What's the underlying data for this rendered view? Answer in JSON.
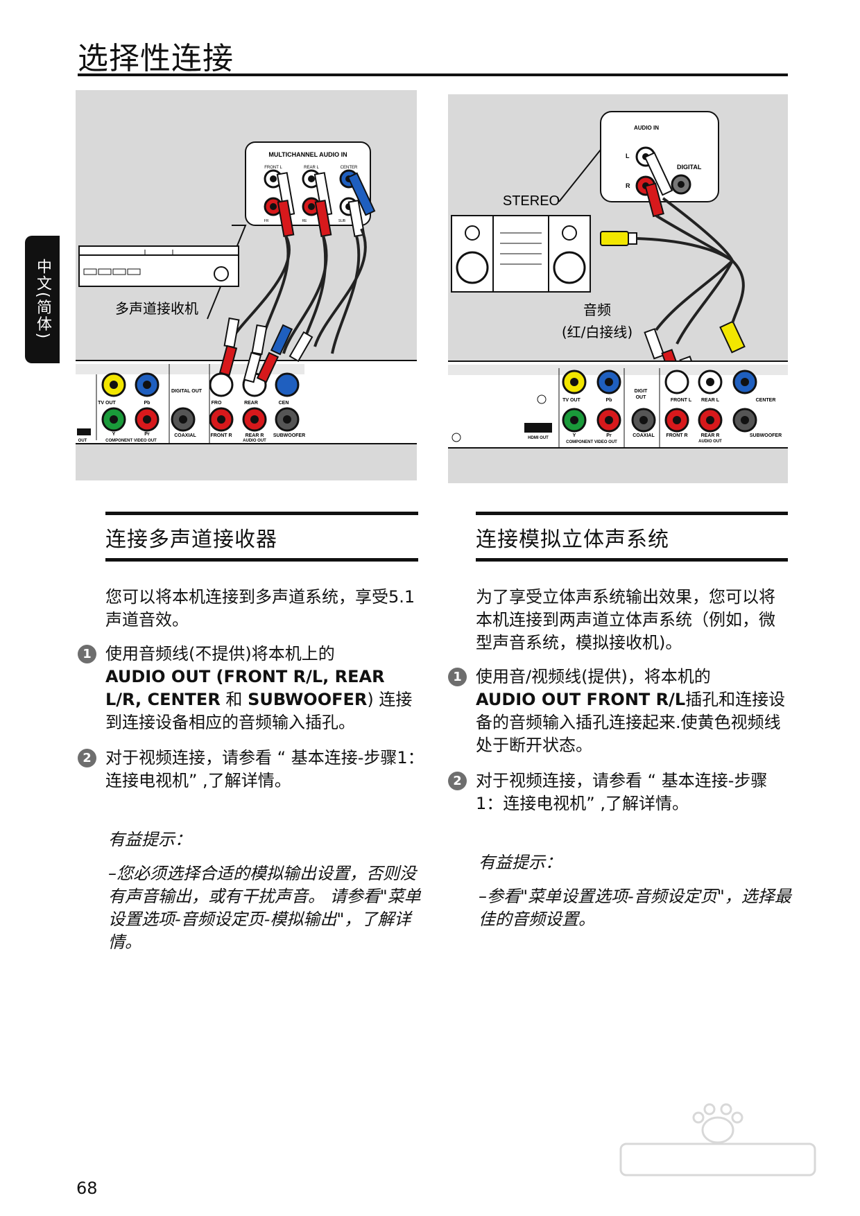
{
  "page": {
    "title": "选择性连接",
    "side_tab": "中文(简体)",
    "page_number": "68"
  },
  "left_figure": {
    "receiver_label": "多声道接收机",
    "panel_header": "MULTICHANNEL AUDIO IN",
    "jack_labels": [
      "FRONT L",
      "REAR L",
      "CENTER",
      "FR",
      "RE",
      "SUB"
    ],
    "rear_labels": {
      "tv_out": "TV OUT",
      "pb": "Pb",
      "y": "Y",
      "pr": "Pr",
      "component": "COMPONENT VIDEO OUT",
      "digital_out": "DIGITAL OUT",
      "coaxial": "COAXIAL",
      "front_r": "FRONT R",
      "rear_r": "REAR R",
      "subwoofer": "SUBWOOFER",
      "audio_out": "AUDIO OUT",
      "out": "OUT",
      "fro": "FRO",
      "rear": "REAR",
      "cen": "CEN"
    }
  },
  "right_figure": {
    "stereo_label": "STEREO",
    "audio_in": "AUDIO IN",
    "l": "L",
    "r": "R",
    "digital": "DIGITAL",
    "cable_label_line1": "音频",
    "cable_label_line2": "(红/白接线)",
    "rear_labels": {
      "tv_out": "TV OUT",
      "pb": "Pb",
      "y": "Y",
      "pr": "Pr",
      "component": "COMPONENT VIDEO OUT",
      "hdmi_out": "HDMI OUT",
      "digit": "DIGIT",
      "out": "OUT",
      "coaxial": "COAXIAL",
      "front_l": "FRONT L",
      "front_r": "FRONT R",
      "rear_l": "REAR L",
      "rear_r": "REAR R",
      "center": "CENTER",
      "subwoofer": "SUBWOOFER",
      "audio_out": "AUDIO OUT"
    }
  },
  "left_section": {
    "heading": "连接多声道接收器",
    "intro": "您可以将本机连接到多声道系统，享受5.1 声道音效。",
    "step1_num": "1",
    "step1_a": "使用音频线(不提供)将本机上的",
    "step1_bold1": "AUDIO OUT (FRONT R/L, REAR L/R, CENTER",
    "step1_mid": " 和 ",
    "step1_bold2": "SUBWOOFER",
    "step1_b": ") 连接到连接设备相应的音频输入插孔。",
    "step2_num": "2",
    "step2": "对于视频连接，请参看 “ 基本连接-步骤1：连接电视机” ,了解详情。",
    "hint_title": "有益提示：",
    "hint": "–您必须选择合适的模拟输出设置，否则没有声音输出，或有干扰声音。 请参看\"菜单设置选项-音频设定页-模拟输出\"，了解详情。"
  },
  "right_section": {
    "heading": "连接模拟立体声系统",
    "intro": "为了享受立体声系统输出效果，您可以将本机连接到两声道立体声系统（例如，微型声音系统，模拟接收机)。",
    "step1_num": "1",
    "step1_a": "使用音/视频线(提供)，将本机的",
    "step1_bold": "AUDIO OUT FRONT R/L",
    "step1_b": "插孔和连接设备的音频输入插孔连接起来.使黄色视频线处于断开状态。",
    "step2_num": "2",
    "step2": "对于视频连接，请参看 “ 基本连接-步骤1：连接电视机” ,了解详情。",
    "hint_title": "有益提示：",
    "hint": "–参看\"菜单设置选项-音频设定页\"，选择最佳的音频设置。"
  },
  "colors": {
    "panel_bg": "#d9d9d9",
    "red": "#d7191c",
    "blue": "#1f5fbf",
    "yellow": "#f2e600",
    "green": "#1a9a3a",
    "black": "#111111"
  }
}
